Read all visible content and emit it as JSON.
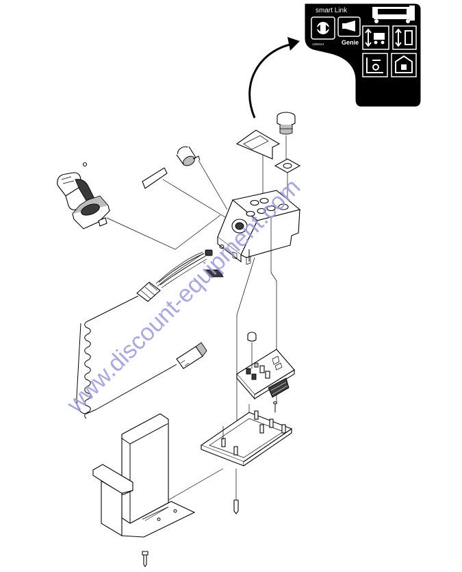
{
  "decal": {
    "brand_text": "smart Link",
    "logo_text": "Genie",
    "part_number": "1256114",
    "background": "#000000",
    "foreground": "#ffffff",
    "icons": [
      "steer-function-icon",
      "horn-icon",
      "drive-lift-select-icon",
      "lift-up-down-icon",
      "drive-enable-icon",
      "tilt-alarm-icon"
    ]
  },
  "watermark": {
    "text": "www.discount-equipment.com",
    "color": "#9a9ad6"
  }
}
